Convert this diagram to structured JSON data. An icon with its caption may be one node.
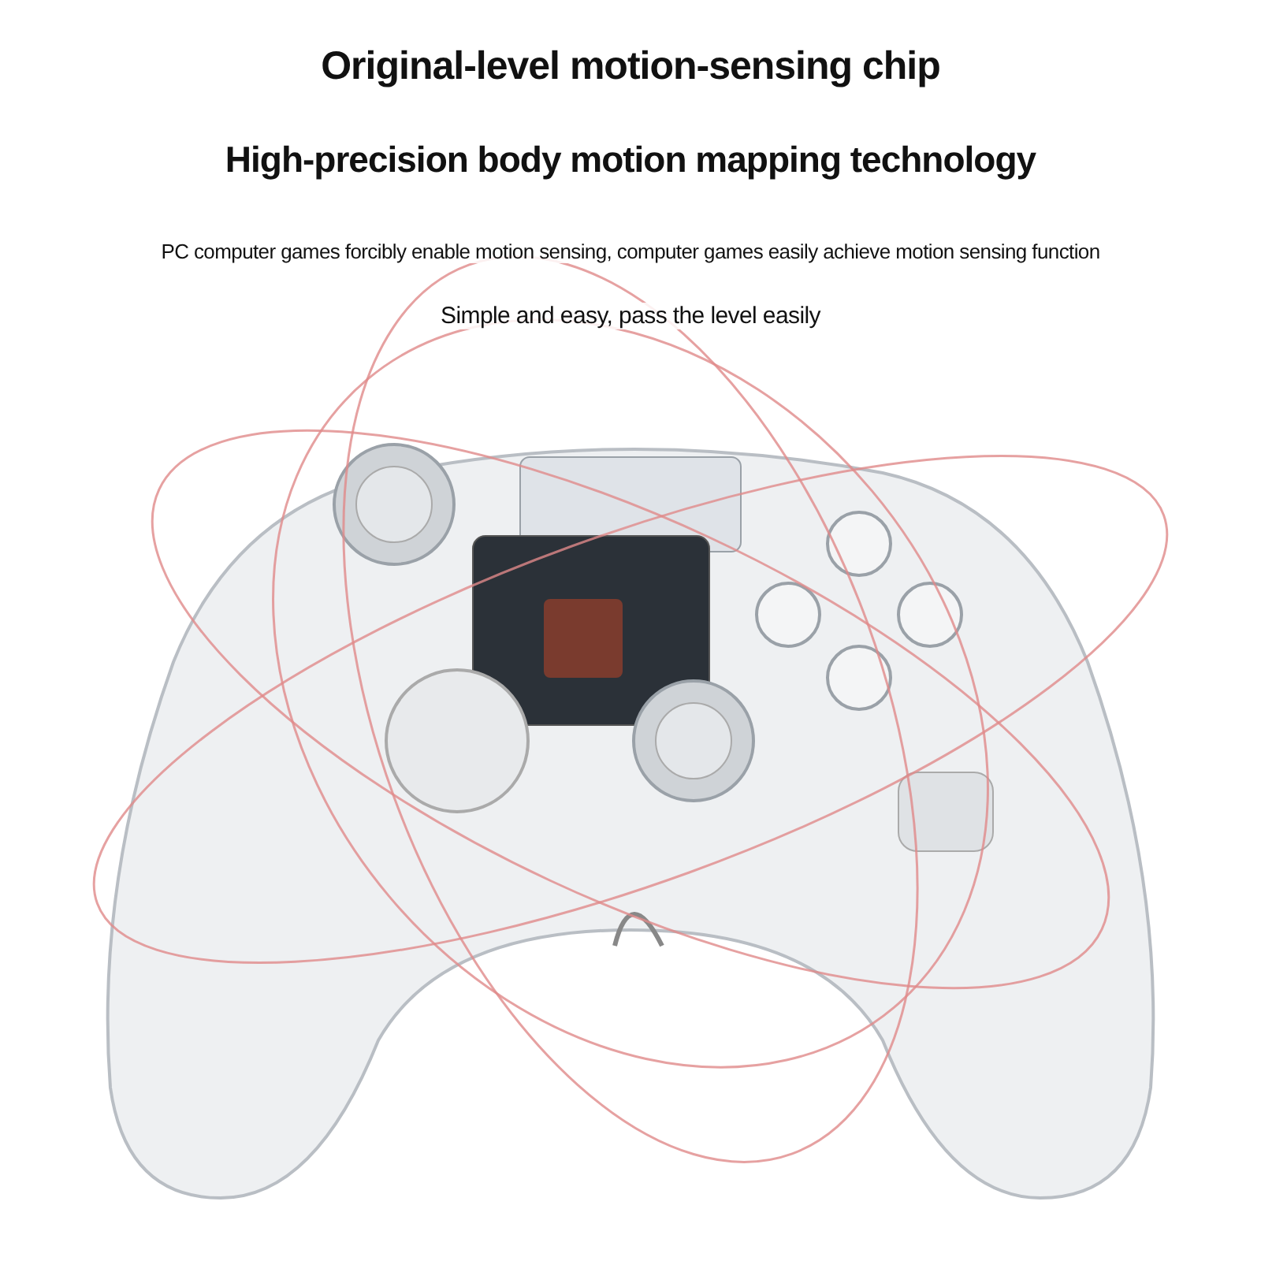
{
  "diagram": {
    "title": "Original-level motion-sensing chip",
    "labels": [
      "High-precision body motion mapping technology",
      "PC computer games forcibly enable motion sensing, computer games easily achieve motion sensing function",
      "Simple and easy, pass the level easily"
    ]
  }
}
